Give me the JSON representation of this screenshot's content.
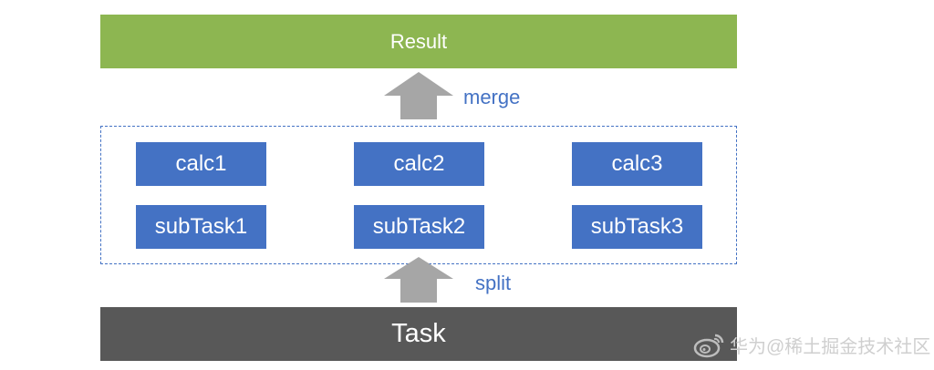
{
  "result": {
    "label": "Result"
  },
  "merge": {
    "label": "merge"
  },
  "calcs": [
    "calc1",
    "calc2",
    "calc3"
  ],
  "subtasks": [
    "subTask1",
    "subTask2",
    "subTask3"
  ],
  "split": {
    "label": "split"
  },
  "task": {
    "label": "Task"
  },
  "watermark": {
    "text": "华为@稀土掘金技术社区",
    "icon": "weibo-logo-icon"
  },
  "colors": {
    "result": "#8db651",
    "task": "#585858",
    "node": "#4472c4",
    "arrow": "#a6a6a6",
    "label": "#4472c4"
  }
}
